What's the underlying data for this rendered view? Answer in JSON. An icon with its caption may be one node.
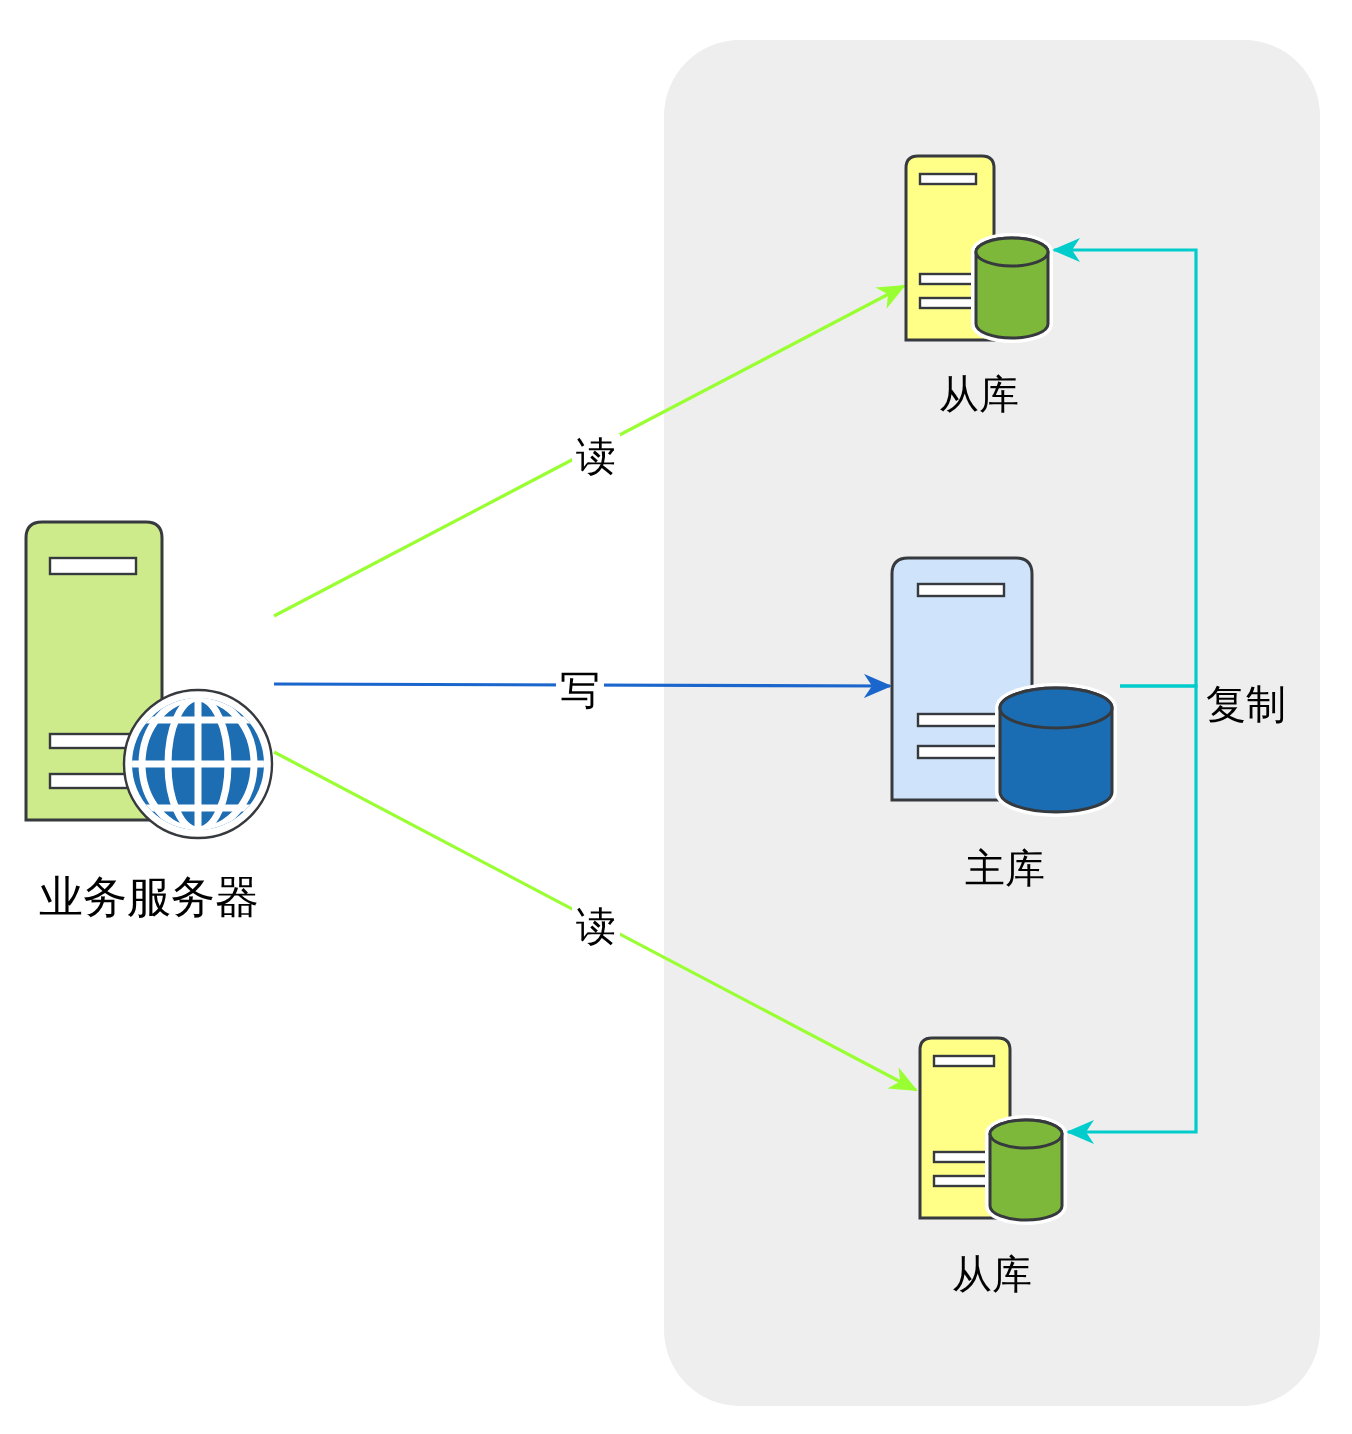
{
  "diagram": {
    "nodes": [
      {
        "text": [],
        "shape": "box"
      },
      {
        "text": [
          "业务服务器"
        ]
      },
      {
        "text": [
          "从库"
        ],
        "in": 0
      },
      {
        "text": [
          "主库"
        ],
        "in": 0
      },
      {
        "text": [
          "从库"
        ],
        "in": 0
      }
    ],
    "edges": [
      {
        "from": 1,
        "to": 2,
        "arrow": "to",
        "label": "读",
        "color": "#99ff33"
      },
      {
        "from": 1,
        "to": 3,
        "arrow": "to",
        "label": "写",
        "color": "#1a66cc"
      },
      {
        "from": 1,
        "to": 4,
        "arrow": "to",
        "label": "读",
        "color": "#99ff33"
      },
      {
        "from": 3,
        "to": 2,
        "arrow": "to",
        "label": "复制",
        "color": "#00cccc"
      },
      {
        "from": 3,
        "to": 4,
        "arrow": "to",
        "color": "#00cccc"
      }
    ]
  }
}
